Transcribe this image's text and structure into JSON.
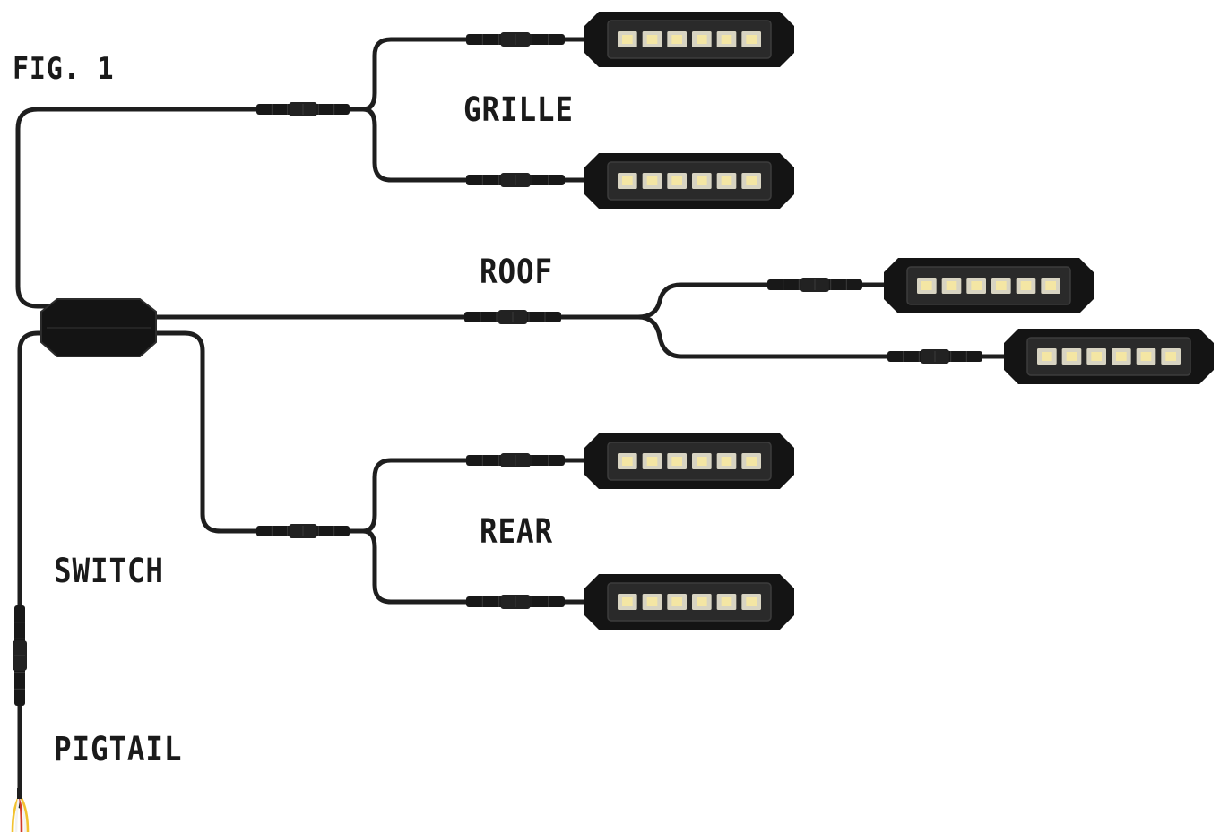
{
  "figure_label": "FIG. 1",
  "labels": {
    "grille": "GRILLE",
    "roof": "ROOF",
    "rear": "REAR",
    "switch": "SWITCH",
    "pigtail": "PIGTAIL"
  },
  "groups": [
    {
      "id": "grille",
      "light_count": 2,
      "leds_per_light": 6
    },
    {
      "id": "roof",
      "light_count": 2,
      "leds_per_light": 6
    },
    {
      "id": "rear",
      "light_count": 2,
      "leds_per_light": 6
    }
  ],
  "colors": {
    "cable": "#1e1e1e",
    "housing": "#141414",
    "lens": "#2a2a2a",
    "led": "#f4e6a4",
    "label": "#1a1a1a",
    "wire_yellow": "#f2c230",
    "wire_red": "#d23a2a",
    "wire_white": "#f2f2f2"
  }
}
